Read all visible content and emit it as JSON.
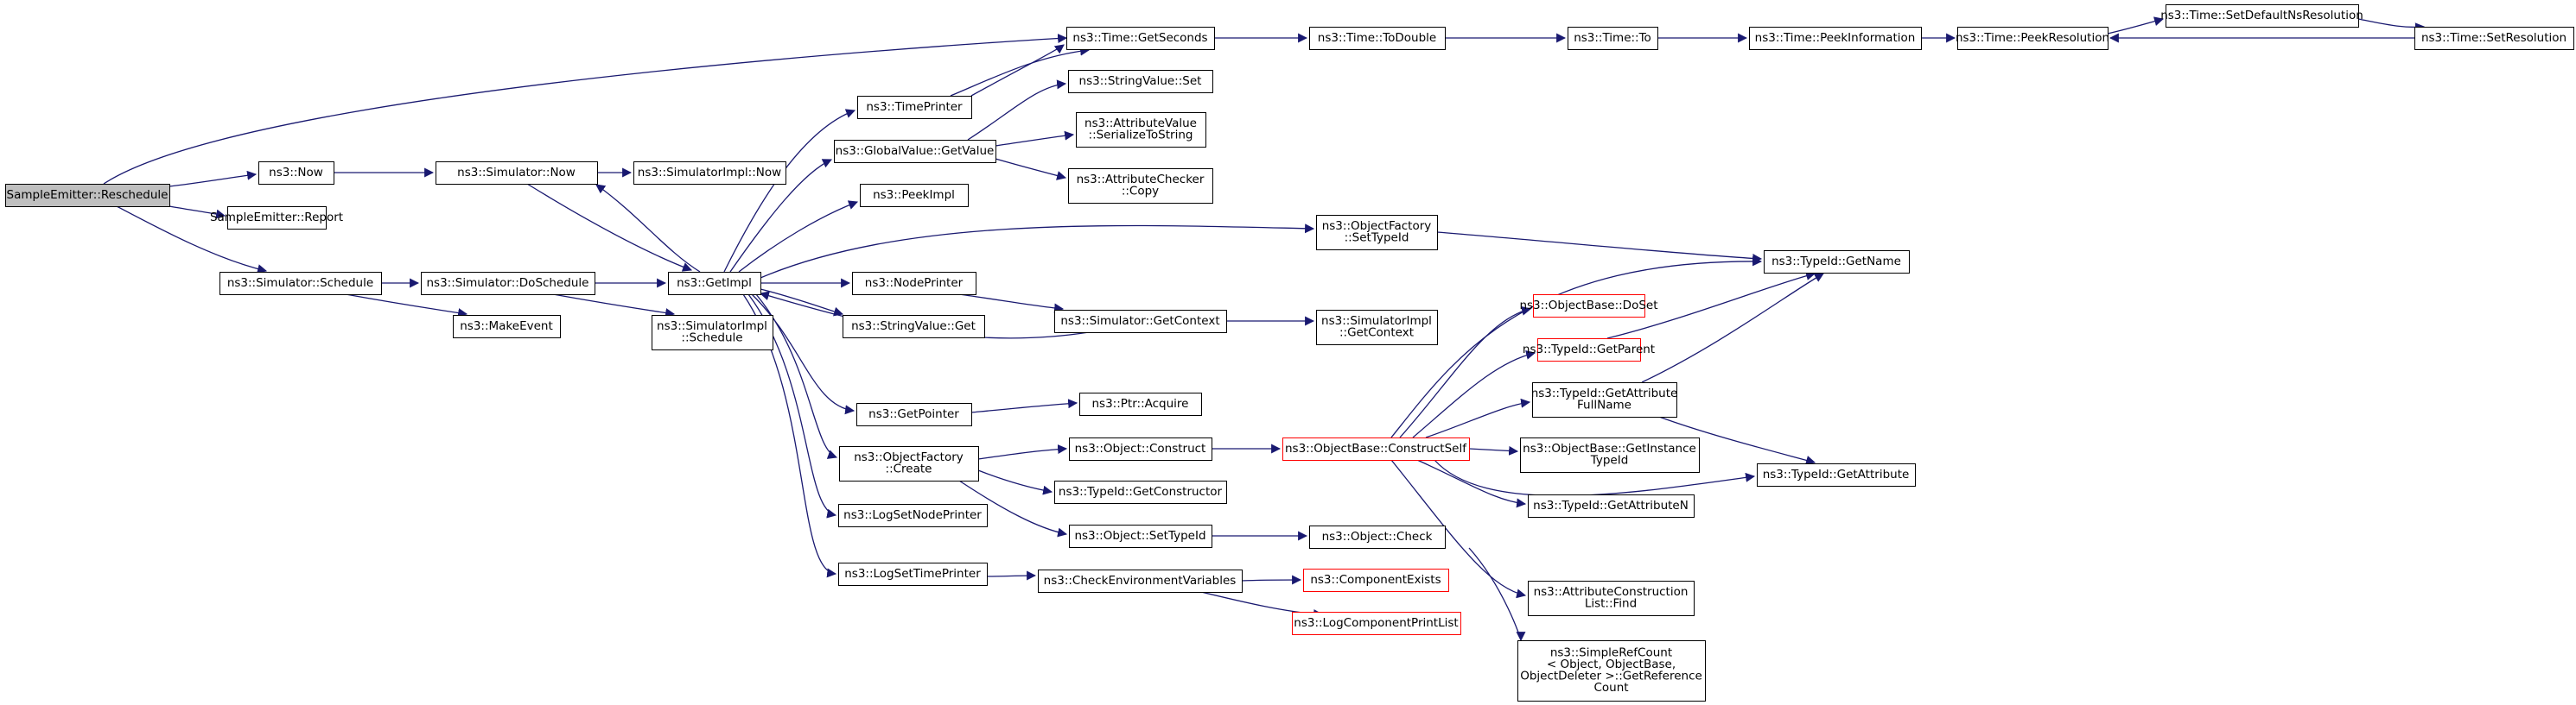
{
  "colors": {
    "edge": "#191970",
    "node_border": "#000000",
    "node_fill": "#ffffff",
    "node_missing_border": "#ff0000",
    "root_fill": "#bfbfbf"
  },
  "nodes": [
    {
      "id": "reschedule",
      "lines": [
        "SampleEmitter::Reschedule"
      ],
      "root": true
    },
    {
      "id": "now",
      "lines": [
        "ns3::Now"
      ]
    },
    {
      "id": "report",
      "lines": [
        "SampleEmitter::Report"
      ]
    },
    {
      "id": "sim_schedule",
      "lines": [
        "ns3::Simulator::Schedule"
      ]
    },
    {
      "id": "sim_now",
      "lines": [
        "ns3::Simulator::Now"
      ]
    },
    {
      "id": "simimpl_now",
      "lines": [
        "ns3::SimulatorImpl::Now"
      ]
    },
    {
      "id": "doschedule",
      "lines": [
        "ns3::Simulator::DoSchedule"
      ]
    },
    {
      "id": "makeevent",
      "lines": [
        "ns3::MakeEvent"
      ]
    },
    {
      "id": "simimpl_schedule",
      "lines": [
        "ns3::SimulatorImpl",
        "::Schedule"
      ]
    },
    {
      "id": "getimpl",
      "lines": [
        "ns3::GetImpl"
      ]
    },
    {
      "id": "timeprinter",
      "lines": [
        "ns3::TimePrinter"
      ]
    },
    {
      "id": "gv_getvalue",
      "lines": [
        "ns3::GlobalValue::GetValue"
      ]
    },
    {
      "id": "peekimpl",
      "lines": [
        "ns3::PeekImpl"
      ]
    },
    {
      "id": "nodeprinter",
      "lines": [
        "ns3::NodePrinter"
      ]
    },
    {
      "id": "sv_get",
      "lines": [
        "ns3::StringValue::Get"
      ]
    },
    {
      "id": "getpointer",
      "lines": [
        "ns3::GetPointer"
      ]
    },
    {
      "id": "of_create",
      "lines": [
        "ns3::ObjectFactory",
        "::Create"
      ]
    },
    {
      "id": "logsetnodeprinter",
      "lines": [
        "ns3::LogSetNodePrinter"
      ]
    },
    {
      "id": "logsettimeprinter",
      "lines": [
        "ns3::LogSetTimePrinter"
      ]
    },
    {
      "id": "time_getseconds",
      "lines": [
        "ns3::Time::GetSeconds"
      ]
    },
    {
      "id": "sv_set",
      "lines": [
        "ns3::StringValue::Set"
      ]
    },
    {
      "id": "av_serialize",
      "lines": [
        "ns3::AttributeValue",
        "::SerializeToString"
      ]
    },
    {
      "id": "ac_copy",
      "lines": [
        "ns3::AttributeChecker",
        "::Copy"
      ]
    },
    {
      "id": "sim_getcontext",
      "lines": [
        "ns3::Simulator::GetContext"
      ]
    },
    {
      "id": "ptr_acquire",
      "lines": [
        "ns3::Ptr::Acquire"
      ]
    },
    {
      "id": "obj_construct",
      "lines": [
        "ns3::Object::Construct"
      ]
    },
    {
      "id": "typeid_getconstructor",
      "lines": [
        "ns3::TypeId::GetConstructor"
      ]
    },
    {
      "id": "obj_settypeid",
      "lines": [
        "ns3::Object::SetTypeId"
      ]
    },
    {
      "id": "checkenv",
      "lines": [
        "ns3::CheckEnvironmentVariables"
      ]
    },
    {
      "id": "time_todouble",
      "lines": [
        "ns3::Time::ToDouble"
      ]
    },
    {
      "id": "of_settypeid",
      "lines": [
        "ns3::ObjectFactory",
        "::SetTypeId"
      ]
    },
    {
      "id": "simimpl_getcontext",
      "lines": [
        "ns3::SimulatorImpl",
        "::GetContext"
      ]
    },
    {
      "id": "obj_check",
      "lines": [
        "ns3::Object::Check"
      ]
    },
    {
      "id": "time_to",
      "lines": [
        "ns3::Time::To"
      ]
    },
    {
      "id": "time_peekinformation",
      "lines": [
        "ns3::Time::PeekInformation"
      ]
    },
    {
      "id": "time_peekresolution",
      "lines": [
        "ns3::Time::PeekResolution"
      ]
    },
    {
      "id": "time_setdefaultnsresolution",
      "lines": [
        "ns3::Time::SetDefaultNsResolution"
      ]
    },
    {
      "id": "time_setresolution",
      "lines": [
        "ns3::Time::SetResolution"
      ]
    },
    {
      "id": "ob_constructself",
      "lines": [
        "ns3::ObjectBase::ConstructSelf"
      ],
      "missing": true
    },
    {
      "id": "ob_doset",
      "lines": [
        "ns3::ObjectBase::DoSet"
      ],
      "missing": true
    },
    {
      "id": "typeid_getparent",
      "lines": [
        "ns3::TypeId::GetParent"
      ],
      "missing": true
    },
    {
      "id": "typeid_getattributefullname",
      "lines": [
        "ns3::TypeId::GetAttribute",
        "FullName"
      ]
    },
    {
      "id": "ob_getinstancetypeid",
      "lines": [
        "ns3::ObjectBase::GetInstance",
        "TypeId"
      ]
    },
    {
      "id": "typeid_getattributen",
      "lines": [
        "ns3::TypeId::GetAttributeN"
      ]
    },
    {
      "id": "attrconstructionlist_find",
      "lines": [
        "ns3::AttributeConstruction",
        "List::Find"
      ]
    },
    {
      "id": "simplerefcount",
      "lines": [
        "ns3::SimpleRefCount",
        "< Object, ObjectBase,",
        "ObjectDeleter >::GetReference",
        "Count"
      ]
    },
    {
      "id": "componentexists",
      "lines": [
        "ns3::ComponentExists"
      ],
      "missing": true
    },
    {
      "id": "logcomponentprintlist",
      "lines": [
        "ns3::LogComponentPrintList"
      ],
      "missing": true
    },
    {
      "id": "typeid_getname",
      "lines": [
        "ns3::TypeId::GetName"
      ]
    },
    {
      "id": "typeid_getattribute",
      "lines": [
        "ns3::TypeId::GetAttribute"
      ]
    }
  ]
}
